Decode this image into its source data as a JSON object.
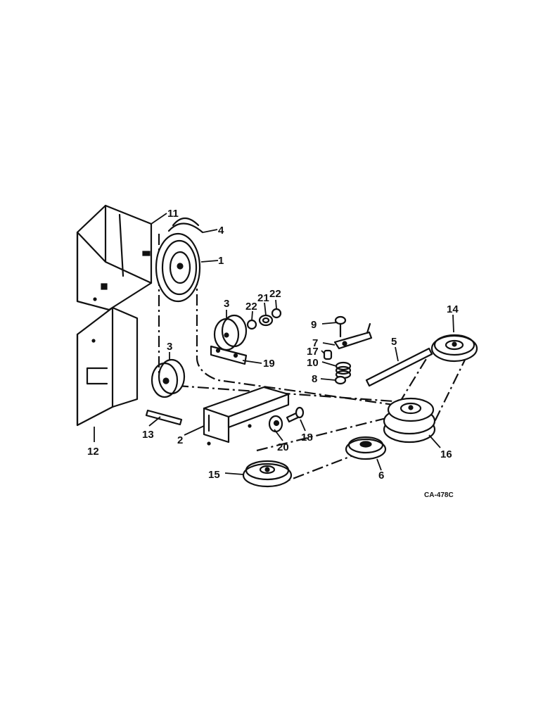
{
  "diagram": {
    "drawing_code": "CA-478C",
    "callouts": {
      "c1": "1",
      "c2": "2",
      "c3a": "3",
      "c3b": "3",
      "c4": "4",
      "c5": "5",
      "c6": "6",
      "c7": "7",
      "c8": "8",
      "c9": "9",
      "c10": "10",
      "c11": "11",
      "c12": "12",
      "c13": "13",
      "c14": "14",
      "c15": "15",
      "c16": "16",
      "c17": "17",
      "c18": "18",
      "c19": "19",
      "c20": "20",
      "c21": "21",
      "c22a": "22",
      "c22b": "22"
    }
  }
}
